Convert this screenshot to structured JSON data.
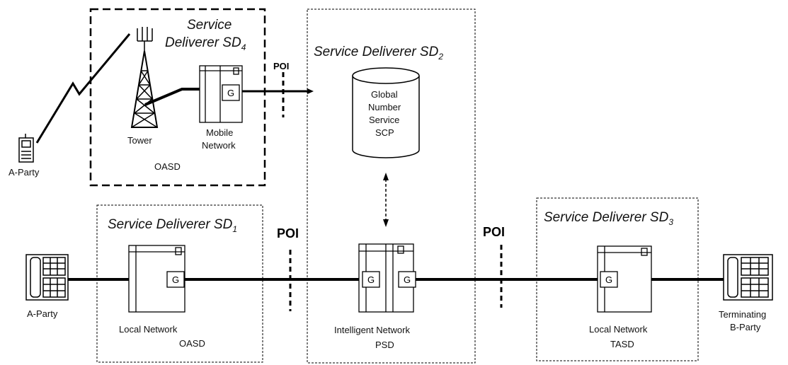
{
  "boxes": {
    "sd4": {
      "title_line1": "Service",
      "title_line2": "Deliverer SD",
      "sub": "4",
      "caption": "OASD"
    },
    "sd2": {
      "title": "Service Deliverer SD",
      "sub": "2"
    },
    "sd1": {
      "title": "Service Deliverer SD",
      "sub": "1"
    },
    "sd3": {
      "title": "Service Deliverer SD",
      "sub": "3"
    }
  },
  "poi": {
    "top": "POI",
    "left": "POI",
    "right": "POI"
  },
  "nodes": {
    "mobile_a_party": "A-Party",
    "tower": "Tower",
    "mobile_network_line1": "Mobile",
    "mobile_network_line2": "Network",
    "scp": [
      "Global",
      "Number",
      "Service",
      "SCP"
    ],
    "phone_a_party": "A-Party",
    "local_network_left": "Local Network",
    "local_left_caption": "OASD",
    "intelligent_network": "Intelligent Network",
    "intelligent_caption": "PSD",
    "local_network_right": "Local Network",
    "local_right_caption": "TASD",
    "terminating_line1": "Terminating",
    "terminating_line2": "B-Party"
  },
  "gateway_label": "G"
}
